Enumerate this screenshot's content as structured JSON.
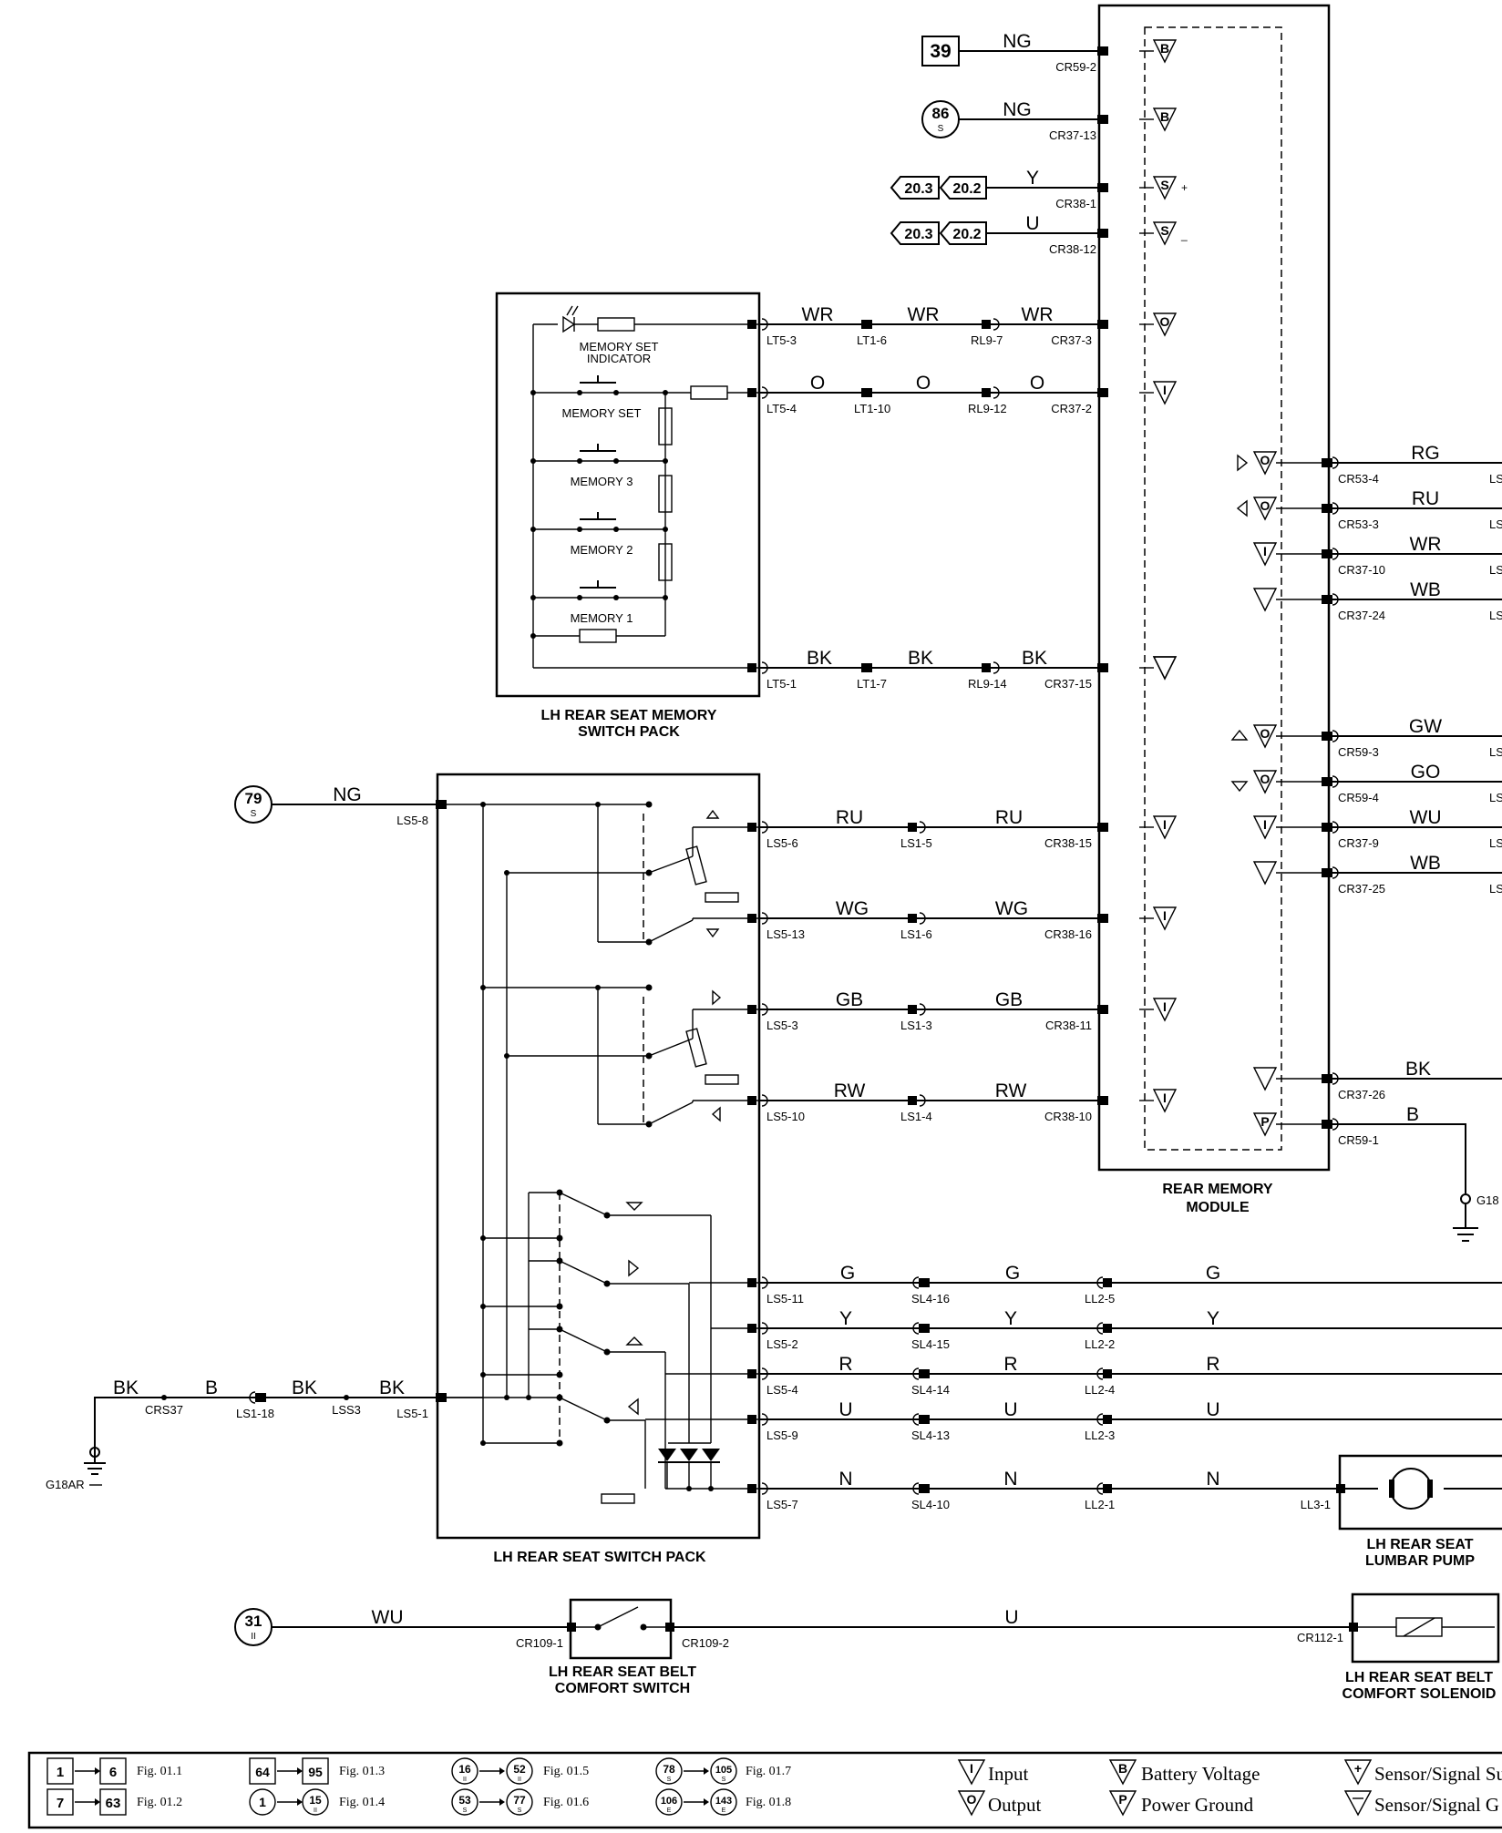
{
  "diagram": {
    "modules": {
      "rear_memory": "REAR MEMORY MODULE",
      "memory_pack": "LH REAR SEAT MEMORY SWITCH PACK",
      "switch_pack": "LH REAR SEAT SWITCH PACK",
      "lumbar_pump": "LH REAR SEAT LUMBAR PUMP",
      "belt_switch": "LH REAR SEAT BELT COMFORT SWITCH",
      "belt_solenoid": "LH REAR SEAT BELT COMFORT SOLENOID"
    },
    "memory_labels": [
      "MEMORY SET INDICATOR",
      "MEMORY SET",
      "MEMORY 3",
      "MEMORY 2",
      "MEMORY 1"
    ],
    "refs": {
      "r39": "39",
      "r86": "86",
      "r79": "79",
      "r31": "31",
      "s": "S",
      "ii": "II",
      "p203": "20.3",
      "p202": "20.2"
    },
    "grounds": {
      "g18ar": "G18AR",
      "g18": "G18"
    },
    "wires_top": [
      {
        "color": "NG",
        "connector": "CR59-2",
        "symbol": "B"
      },
      {
        "color": "NG",
        "connector": "CR37-13",
        "symbol": "B"
      },
      {
        "color": "Y",
        "connector": "CR38-1",
        "symbol": "S+"
      },
      {
        "color": "U",
        "connector": "CR38-12",
        "symbol": "S-"
      }
    ],
    "memory_wires": [
      {
        "color": "WR",
        "c1": "LT5-3",
        "c2": "LT1-6",
        "c3": "RL9-7",
        "c4": "CR37-3"
      },
      {
        "color": "O",
        "c1": "LT5-4",
        "c2": "LT1-10",
        "c3": "RL9-12",
        "c4": "CR37-2"
      },
      {
        "color": "BK",
        "c1": "LT5-1",
        "c2": "LT1-7",
        "c3": "RL9-14",
        "c4": "CR37-15"
      }
    ],
    "right_wires": [
      {
        "color": "RG",
        "connector": "CR53-4"
      },
      {
        "color": "RU",
        "connector": "CR53-3"
      },
      {
        "color": "WR",
        "connector": "CR37-10"
      },
      {
        "color": "WB",
        "connector": "CR37-24"
      },
      {
        "color": "GW",
        "connector": "CR59-3"
      },
      {
        "color": "GO",
        "connector": "CR59-4"
      },
      {
        "color": "WU",
        "connector": "CR37-9"
      },
      {
        "color": "WB",
        "connector": "CR37-25"
      },
      {
        "color": "BK",
        "connector": "CR37-26"
      },
      {
        "color": "B",
        "connector": "CR59-1"
      }
    ],
    "right_cut": "LS",
    "switch_wires": [
      {
        "color": "RU",
        "c1": "LS5-6",
        "c2": "LS1-5",
        "c3": "CR38-15"
      },
      {
        "color": "WG",
        "c1": "LS5-13",
        "c2": "LS1-6",
        "c3": "CR38-16"
      },
      {
        "color": "GB",
        "c1": "LS5-3",
        "c2": "LS1-3",
        "c3": "CR38-11"
      },
      {
        "color": "RW",
        "c1": "LS5-10",
        "c2": "LS1-4",
        "c3": "CR38-10"
      }
    ],
    "lower_wires": [
      {
        "color": "G",
        "c1": "LS5-11",
        "c2": "SL4-16",
        "c3": "LL2-5"
      },
      {
        "color": "Y",
        "c1": "LS5-2",
        "c2": "SL4-15",
        "c3": "LL2-2"
      },
      {
        "color": "R",
        "c1": "LS5-4",
        "c2": "SL4-14",
        "c3": "LL2-4"
      },
      {
        "color": "U",
        "c1": "LS5-9",
        "c2": "SL4-13",
        "c3": "LL2-3"
      },
      {
        "color": "N",
        "c1": "LS5-7",
        "c2": "SL4-10",
        "c3": "LL2-1"
      }
    ],
    "ll3": "LL3-1",
    "feed": {
      "color": "NG",
      "connector": "LS5-8"
    },
    "ground_feed": {
      "bk1": "BK",
      "splice": "CRS37",
      "b": "B",
      "c_ls118": "LS1-18",
      "bk2": "BK",
      "lss3": "LSS3",
      "bk3": "BK",
      "c_ls51": "LS5-1"
    },
    "belt": {
      "wu": "WU",
      "u": "U",
      "c1": "CR109-1",
      "c2": "CR109-2",
      "c3": "CR112-1"
    },
    "symbols": {
      "b": "B",
      "s": "S",
      "o": "O",
      "i": "I",
      "p": "P",
      "plus": "+",
      "minus": "_"
    }
  },
  "legend": {
    "refs": [
      {
        "from": "1",
        "to": "6",
        "fig": "Fig. 01.1"
      },
      {
        "from": "7",
        "to": "63",
        "fig": "Fig. 01.2"
      },
      {
        "from": "64",
        "to": "95",
        "fig": "Fig. 01.3"
      },
      {
        "from": "1",
        "to": "15",
        "fig": "Fig. 01.4"
      },
      {
        "from": "16",
        "to": "52",
        "fig": "Fig. 01.5"
      },
      {
        "from": "53",
        "to": "77",
        "fig": "Fig. 01.6"
      },
      {
        "from": "78",
        "to": "105",
        "fig": "Fig. 01.7"
      },
      {
        "from": "106",
        "to": "143",
        "fig": "Fig. 01.8"
      }
    ],
    "sub": {
      "ii": "II",
      "s": "S",
      "e": "E"
    },
    "keys": {
      "input": "Input",
      "output": "Output",
      "battery": "Battery Voltage",
      "ground": "Power Ground",
      "sensor_plus": "Sensor/Signal Su",
      "sensor_minus": "Sensor/Signal G"
    }
  }
}
